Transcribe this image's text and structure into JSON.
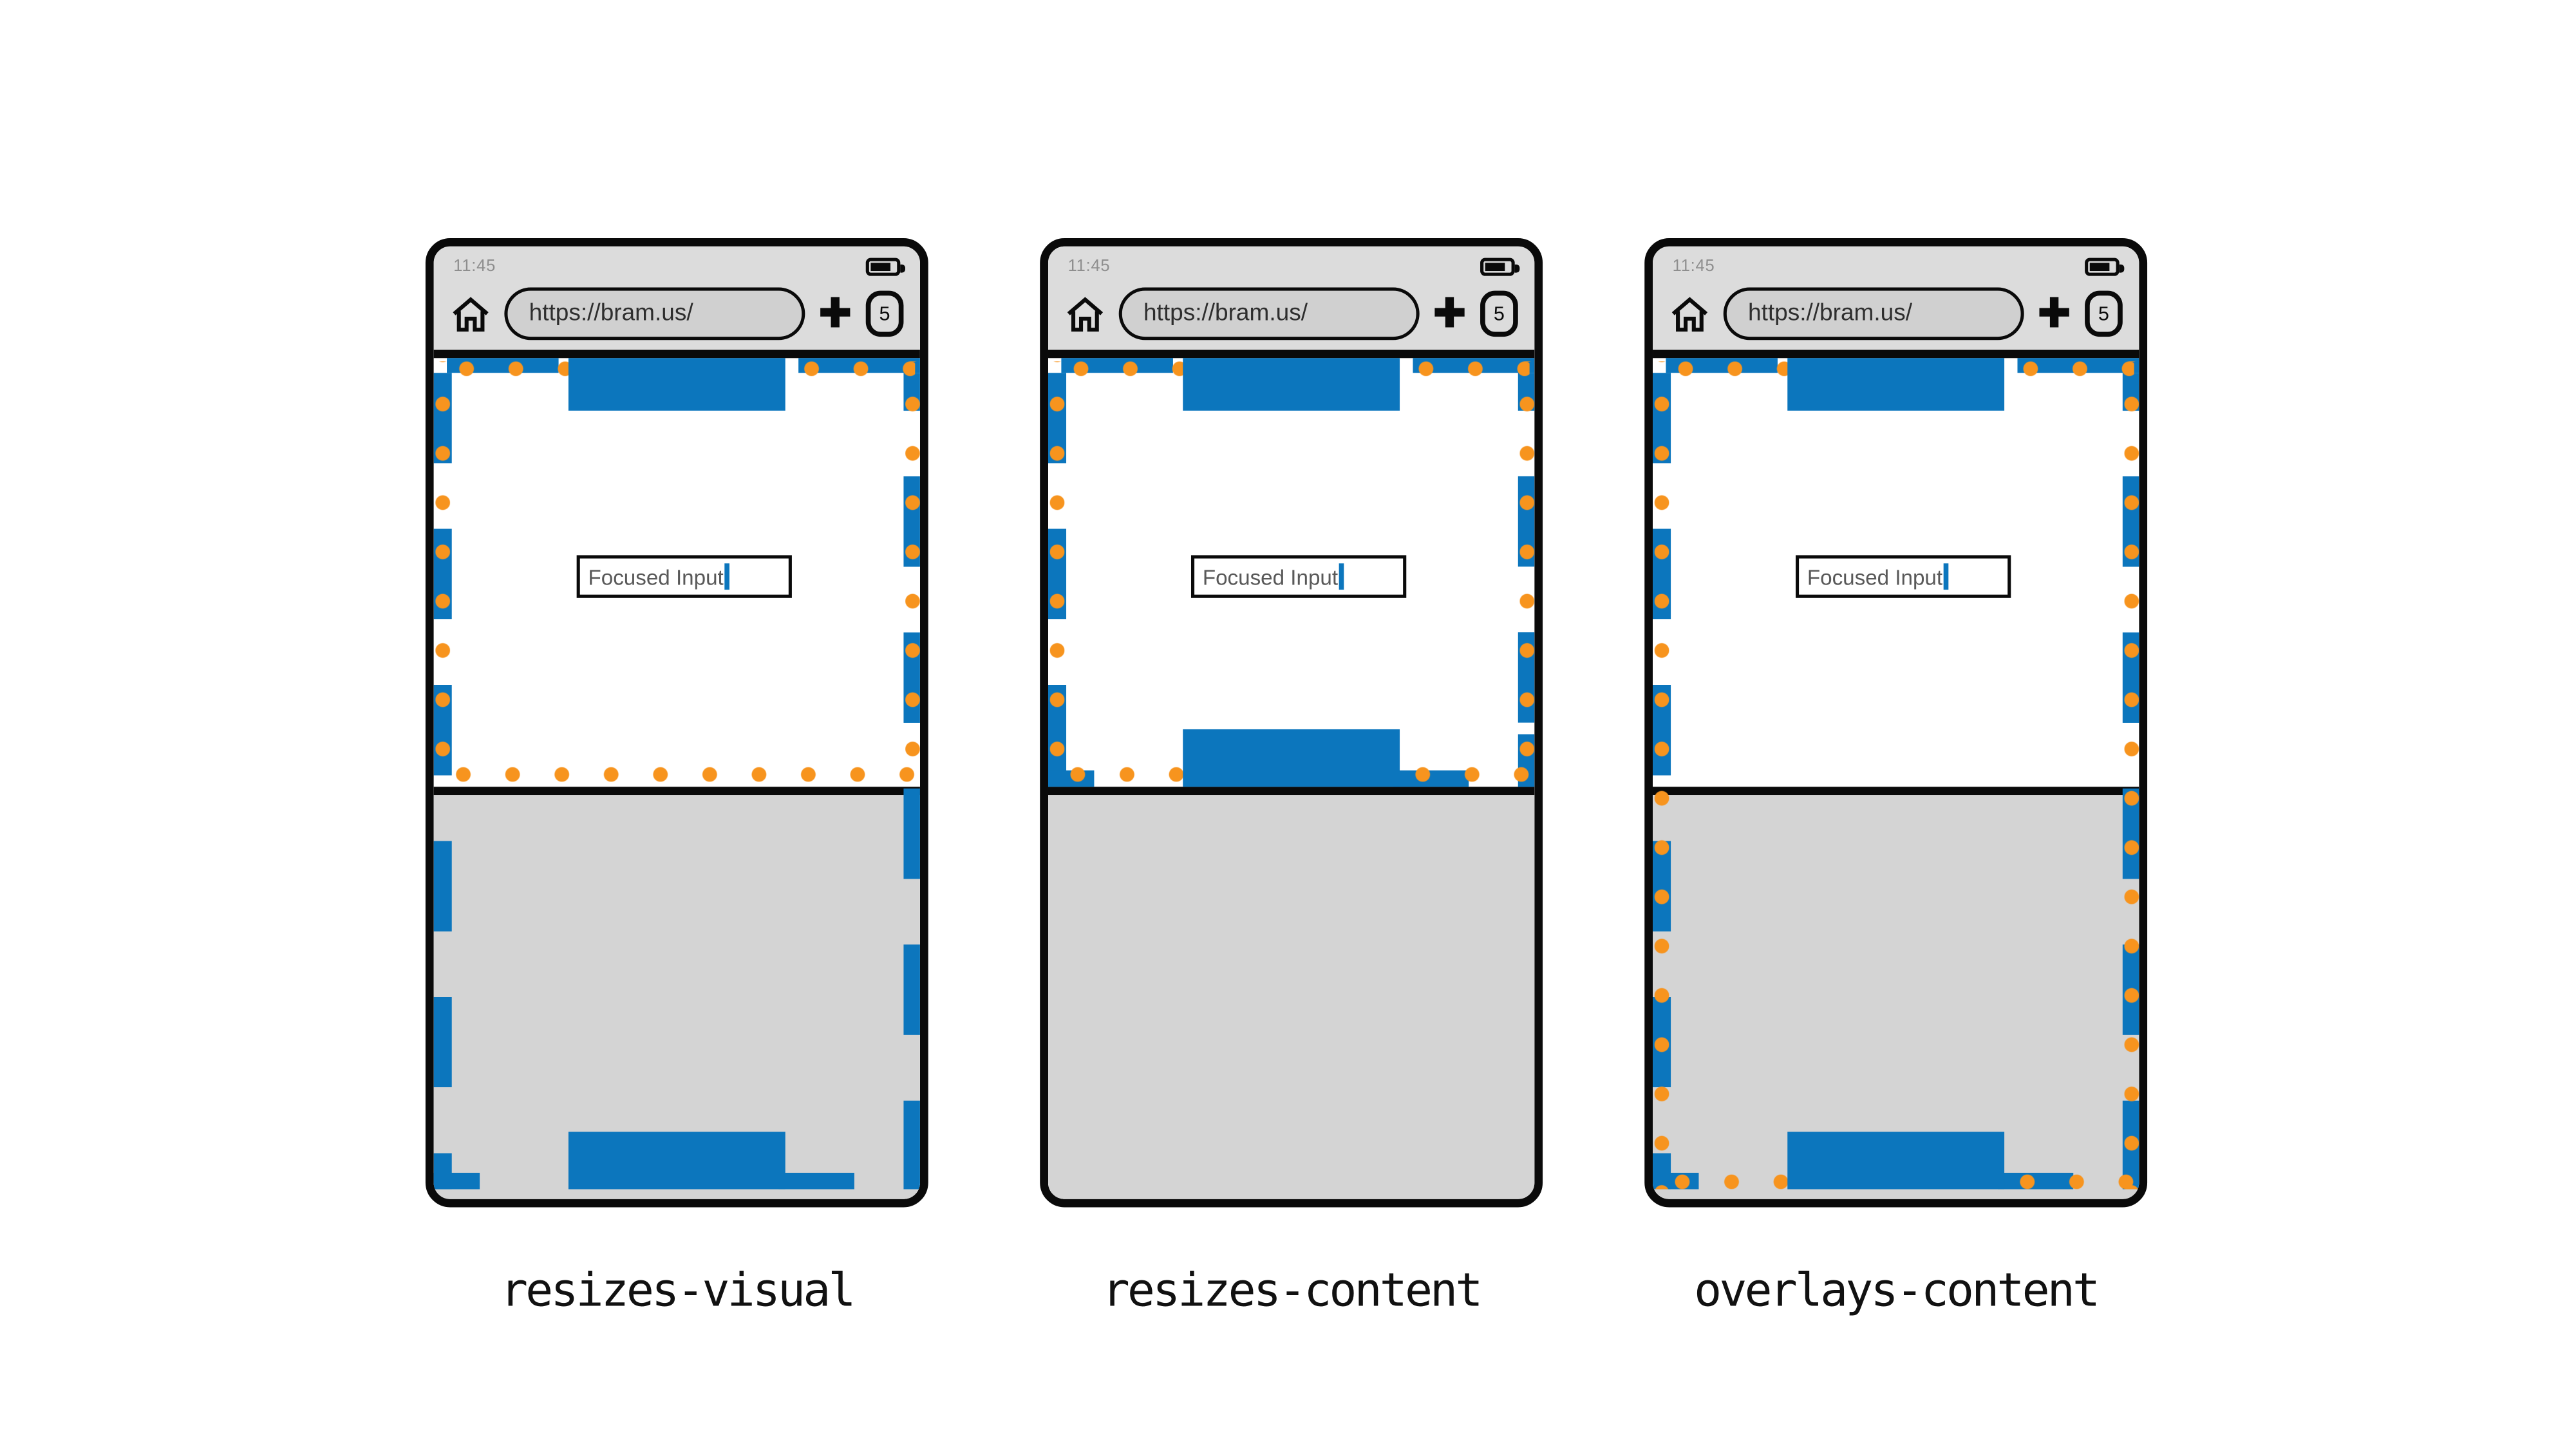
{
  "diagram": {
    "variants": [
      {
        "label": "resizes-visual"
      },
      {
        "label": "resizes-content"
      },
      {
        "label": "overlays-content"
      }
    ]
  },
  "browser_chrome": {
    "status_time": "11:45",
    "battery_icon": "battery-icon",
    "home_icon": "home-icon",
    "address_url": "https://bram.us/",
    "new_tab_label": "+",
    "tab_count": "5"
  },
  "page_content": {
    "focused_input_value": "Focused Input",
    "caret_icon": "text-caret"
  },
  "colors": {
    "layout_viewport_blue": "#0c76bd",
    "visual_viewport_orange": "#f7941e",
    "keyboard_gray": "#d4d4d4",
    "chrome_gray": "#dcdcdc",
    "frame_black": "#0a0a0a"
  }
}
